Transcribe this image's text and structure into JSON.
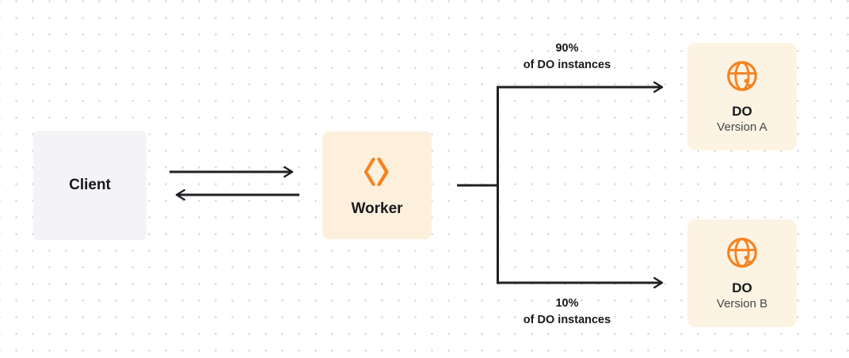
{
  "colors": {
    "accent": "#f6821f",
    "arrow": "#1f2124",
    "client_bg": "#f4f4f6",
    "worker_bg": "#fcf0dd",
    "do_bg": "#fdf3e3",
    "dot": "#d8dbe0",
    "text_dark": "#18181b",
    "text_secondary": "#44464b"
  },
  "client": {
    "label": "Client"
  },
  "worker": {
    "label": "Worker",
    "icon": "workers-icon"
  },
  "do_version_a": {
    "title": "DO",
    "subtitle": "Version A",
    "icon": "globe-icon"
  },
  "do_version_b": {
    "title": "DO",
    "subtitle": "Version B",
    "icon": "globe-icon"
  },
  "split_labels": {
    "top": {
      "percent": "90%",
      "caption": "of DO instances"
    },
    "bottom": {
      "percent": "10%",
      "caption": "of DO instances"
    }
  }
}
